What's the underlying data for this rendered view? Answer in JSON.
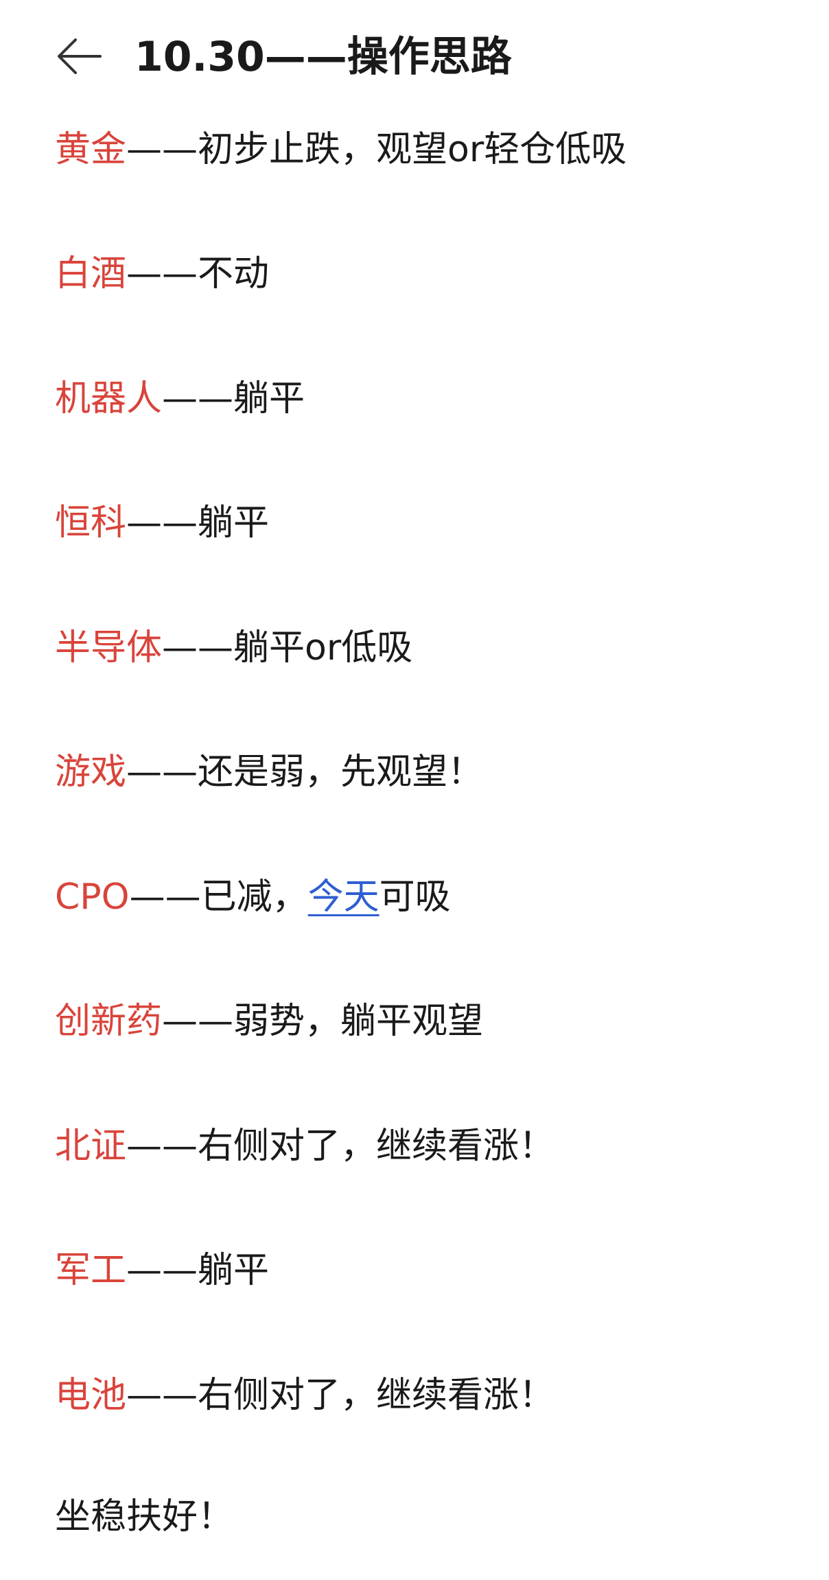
{
  "header": {
    "title": "10.30——操作思路",
    "back_icon": "arrow-left-icon"
  },
  "colors": {
    "key": "#d9443b",
    "link": "#2f5fd0",
    "text": "#1a1a1a"
  },
  "items": [
    {
      "key": "黄金",
      "text": "——初步止跌，观望or轻仓低吸"
    },
    {
      "key": "白酒",
      "text": "——不动"
    },
    {
      "key": "机器人",
      "text": "——躺平"
    },
    {
      "key": "恒科",
      "text": "——躺平"
    },
    {
      "key": "半导体",
      "text": "——躺平or低吸"
    },
    {
      "key": "游戏",
      "text": "——还是弱，先观望！"
    },
    {
      "key": "CPO",
      "text": "——已减，",
      "link": "今天",
      "after": "可吸"
    },
    {
      "key": "创新药",
      "text": "——弱势，躺平观望"
    },
    {
      "key": "北证",
      "text": "——右侧对了，继续看涨！"
    },
    {
      "key": "军工",
      "text": "——躺平"
    },
    {
      "key": "电池",
      "text": "——右侧对了，继续看涨！"
    }
  ],
  "closing": "坐稳扶好！"
}
